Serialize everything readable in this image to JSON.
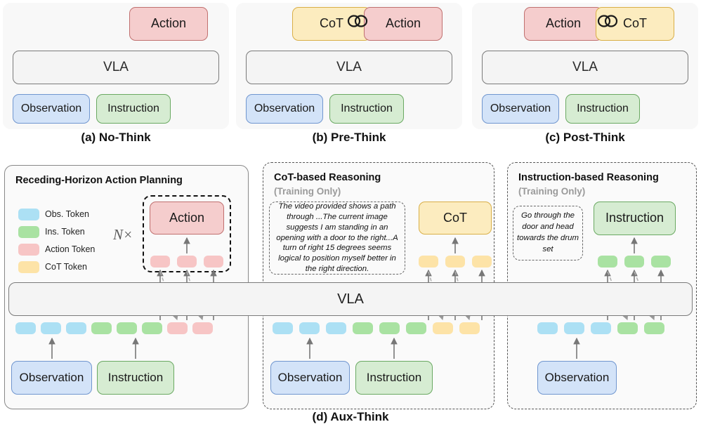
{
  "colors": {
    "obs": "#d3e3f8",
    "obs_border": "#7096cf",
    "ins": "#d6ecd2",
    "ins_border": "#6aa962",
    "act": "#f5cdcd",
    "act_border": "#c0706f",
    "cot": "#fcecbf",
    "cot_border": "#d9af47",
    "vla": "#f4f4f4",
    "vla_border": "#7a7a7a",
    "panel_bg": "#f8f8f8",
    "subtitle_gray": "#9a9a9a"
  },
  "top_panels": [
    {
      "caption": "(a) No-Think",
      "vla": "VLA",
      "observation": "Observation",
      "instruction": "Instruction",
      "outputs": [
        "Action"
      ],
      "has_chain": false
    },
    {
      "caption": "(b) Pre-Think",
      "vla": "VLA",
      "observation": "Observation",
      "instruction": "Instruction",
      "outputs": [
        "CoT",
        "Action"
      ],
      "has_chain": true
    },
    {
      "caption": "(c) Post-Think",
      "vla": "VLA",
      "observation": "Observation",
      "instruction": "Instruction",
      "outputs": [
        "Action",
        "CoT"
      ],
      "has_chain": true
    }
  ],
  "bottom": {
    "caption": "(d) Aux-Think",
    "vla": "VLA",
    "legend": [
      {
        "label": "Obs. Token",
        "color": "#ace0f4"
      },
      {
        "label": "Ins. Token",
        "color": "#a9e2a2"
      },
      {
        "label": "Action Token",
        "color": "#f7c5c5"
      },
      {
        "label": "CoT Token",
        "color": "#fde3a7"
      }
    ],
    "panels": [
      {
        "title": "Receding-Horizon Action Planning",
        "subtitle": "",
        "repeat_label": "N×",
        "output_box": "Action",
        "output_box_kind": "act",
        "text_note": "",
        "inputs": [
          "Observation",
          "Instruction"
        ],
        "token_sequence": [
          "o",
          "o",
          "o",
          "i",
          "i",
          "i",
          "a",
          "a"
        ],
        "output_tokens": [
          "a",
          "a",
          "a"
        ]
      },
      {
        "title": "CoT-based Reasoning",
        "subtitle": "(Training Only)",
        "repeat_label": "",
        "output_box": "CoT",
        "output_box_kind": "cot",
        "text_note": "The video provided shows a path through ...The current image suggests I am standing in an opening with a door to the right...A turn of right 15 degrees  seems logical  to position myself better in the right direction.",
        "inputs": [
          "Observation",
          "Instruction"
        ],
        "token_sequence": [
          "o",
          "o",
          "o",
          "i",
          "i",
          "i",
          "c",
          "c"
        ],
        "output_tokens": [
          "c",
          "c",
          "c"
        ]
      },
      {
        "title": "Instruction-based Reasoning",
        "subtitle": "(Training Only)",
        "repeat_label": "",
        "output_box": "Instruction",
        "output_box_kind": "ins",
        "text_note": "Go through the door  and head towards the drum set",
        "inputs": [
          "Observation"
        ],
        "token_sequence": [
          "o",
          "o",
          "o",
          "i",
          "i"
        ],
        "output_tokens": [
          "i",
          "i",
          "i"
        ]
      }
    ]
  }
}
